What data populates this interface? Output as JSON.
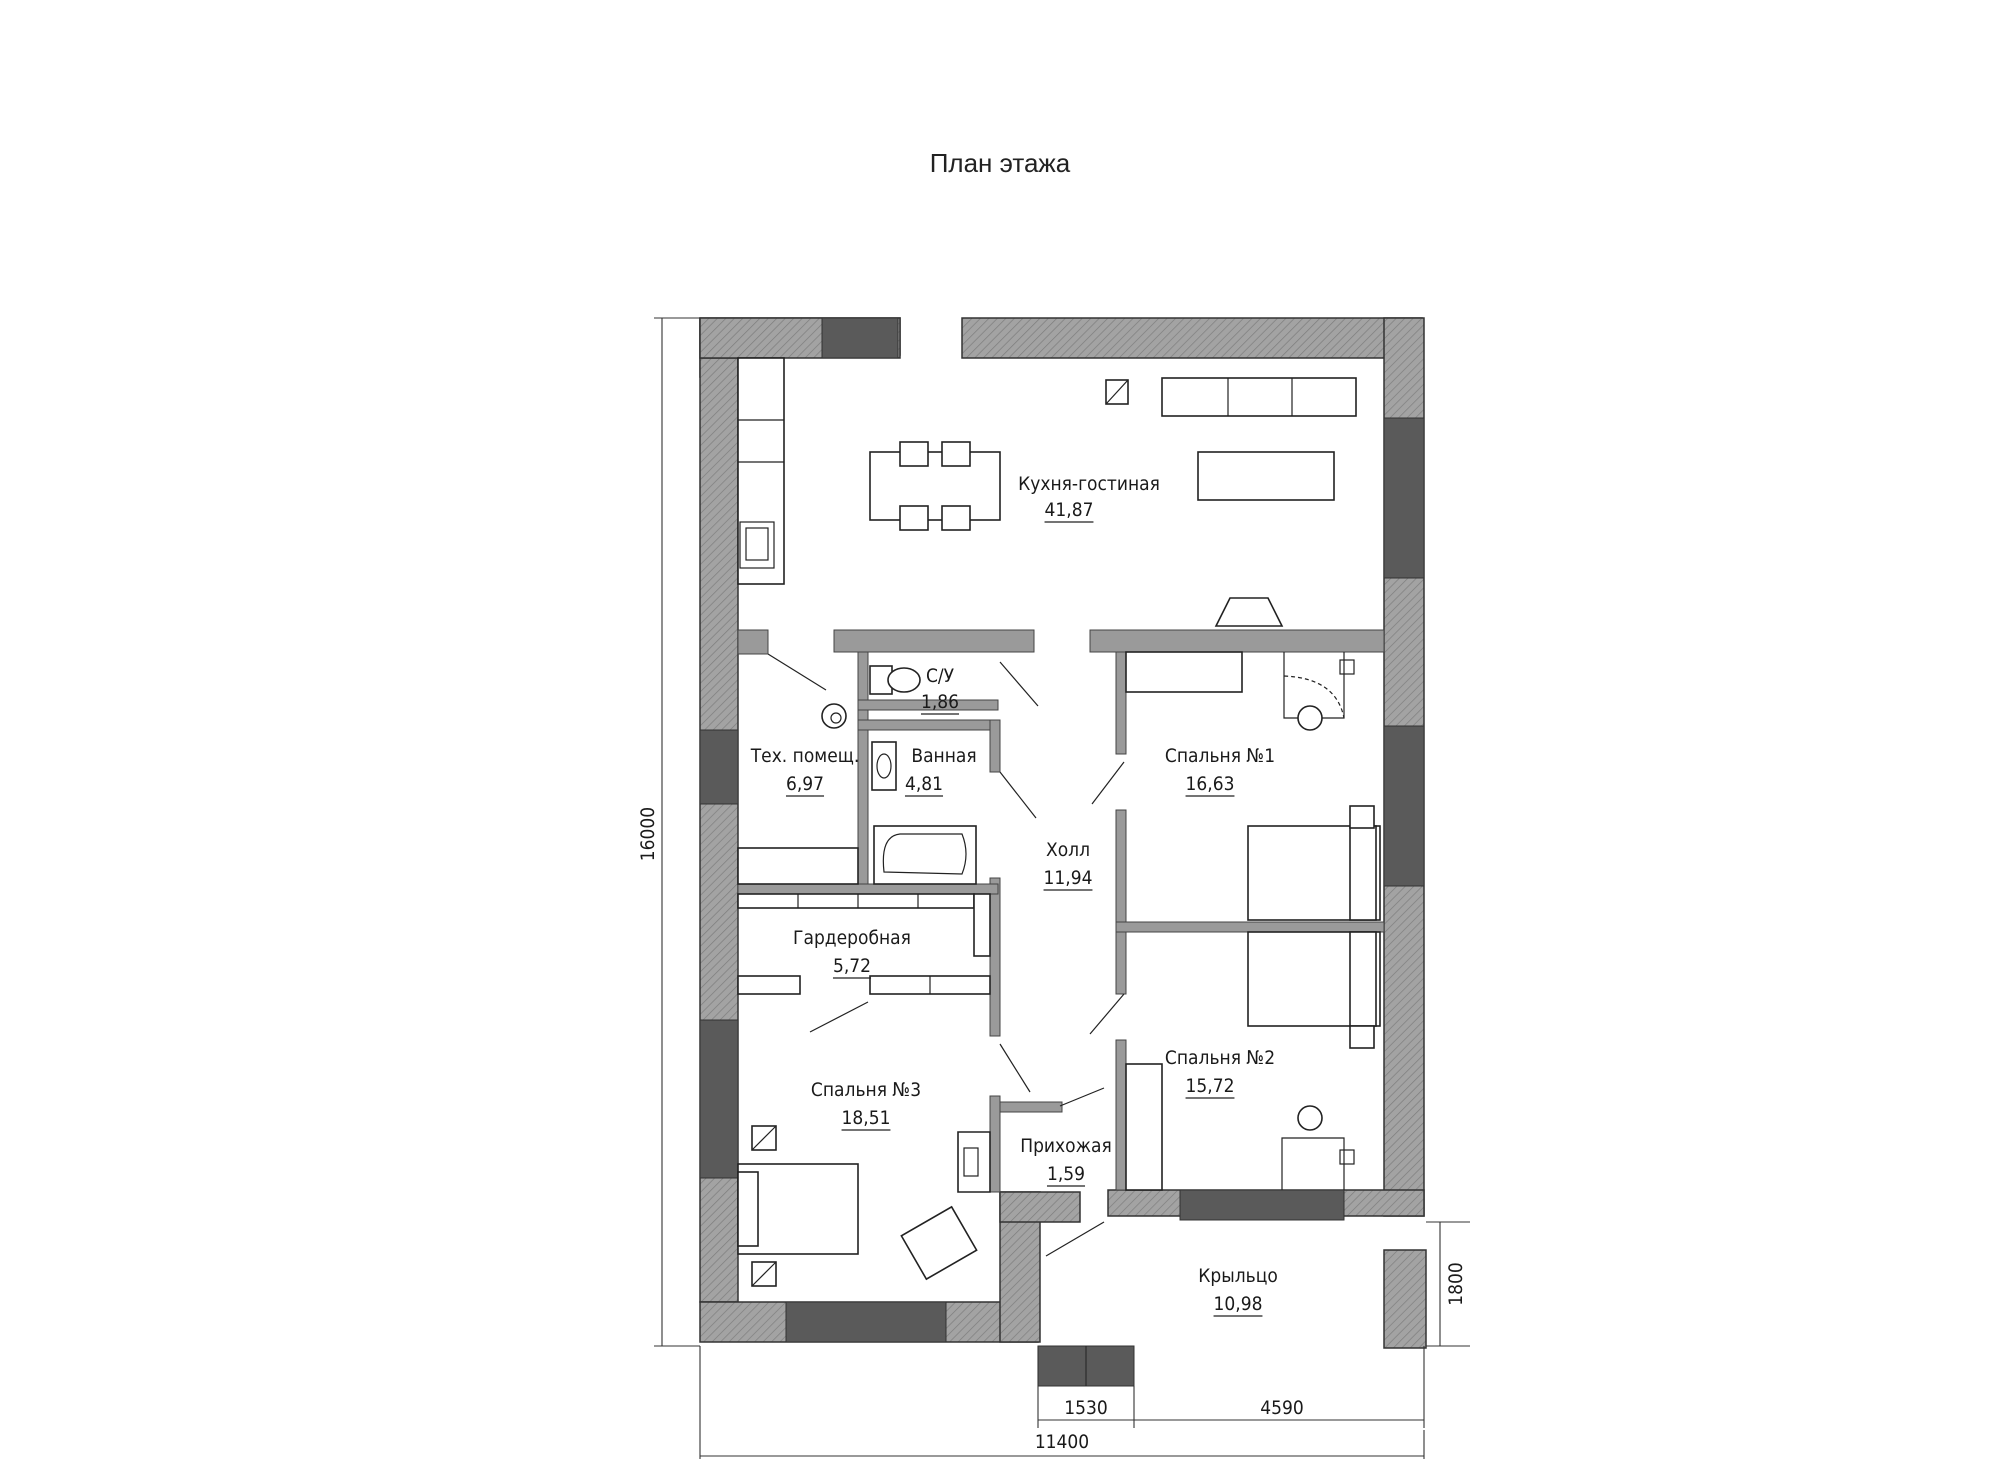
{
  "title": "План этажа",
  "rooms": [
    {
      "name": "Кухня-гостиная",
      "area": "41,87"
    },
    {
      "name": "С/У",
      "area": "1,86"
    },
    {
      "name": "Тех. помещ.",
      "area": "6,97"
    },
    {
      "name": "Ванная",
      "area": "4,81"
    },
    {
      "name": "Спальня №1",
      "area": "16,63"
    },
    {
      "name": "Холл",
      "area": "11,94"
    },
    {
      "name": "Гардеробная",
      "area": "5,72"
    },
    {
      "name": "Спальня №2",
      "area": "15,72"
    },
    {
      "name": "Спальня №3",
      "area": "18,51"
    },
    {
      "name": "Прихожая",
      "area": "1,59"
    },
    {
      "name": "Крыльцо",
      "area": "10,98"
    }
  ],
  "dimensions": {
    "total_height": "16000",
    "porch_depth": "1800",
    "entry_width": "1530",
    "porch_width": "4590",
    "total_width": "11400"
  },
  "colors": {
    "wall_fill": "#9a9a9a",
    "window_fill": "#5a5a5a",
    "line": "#222222"
  }
}
